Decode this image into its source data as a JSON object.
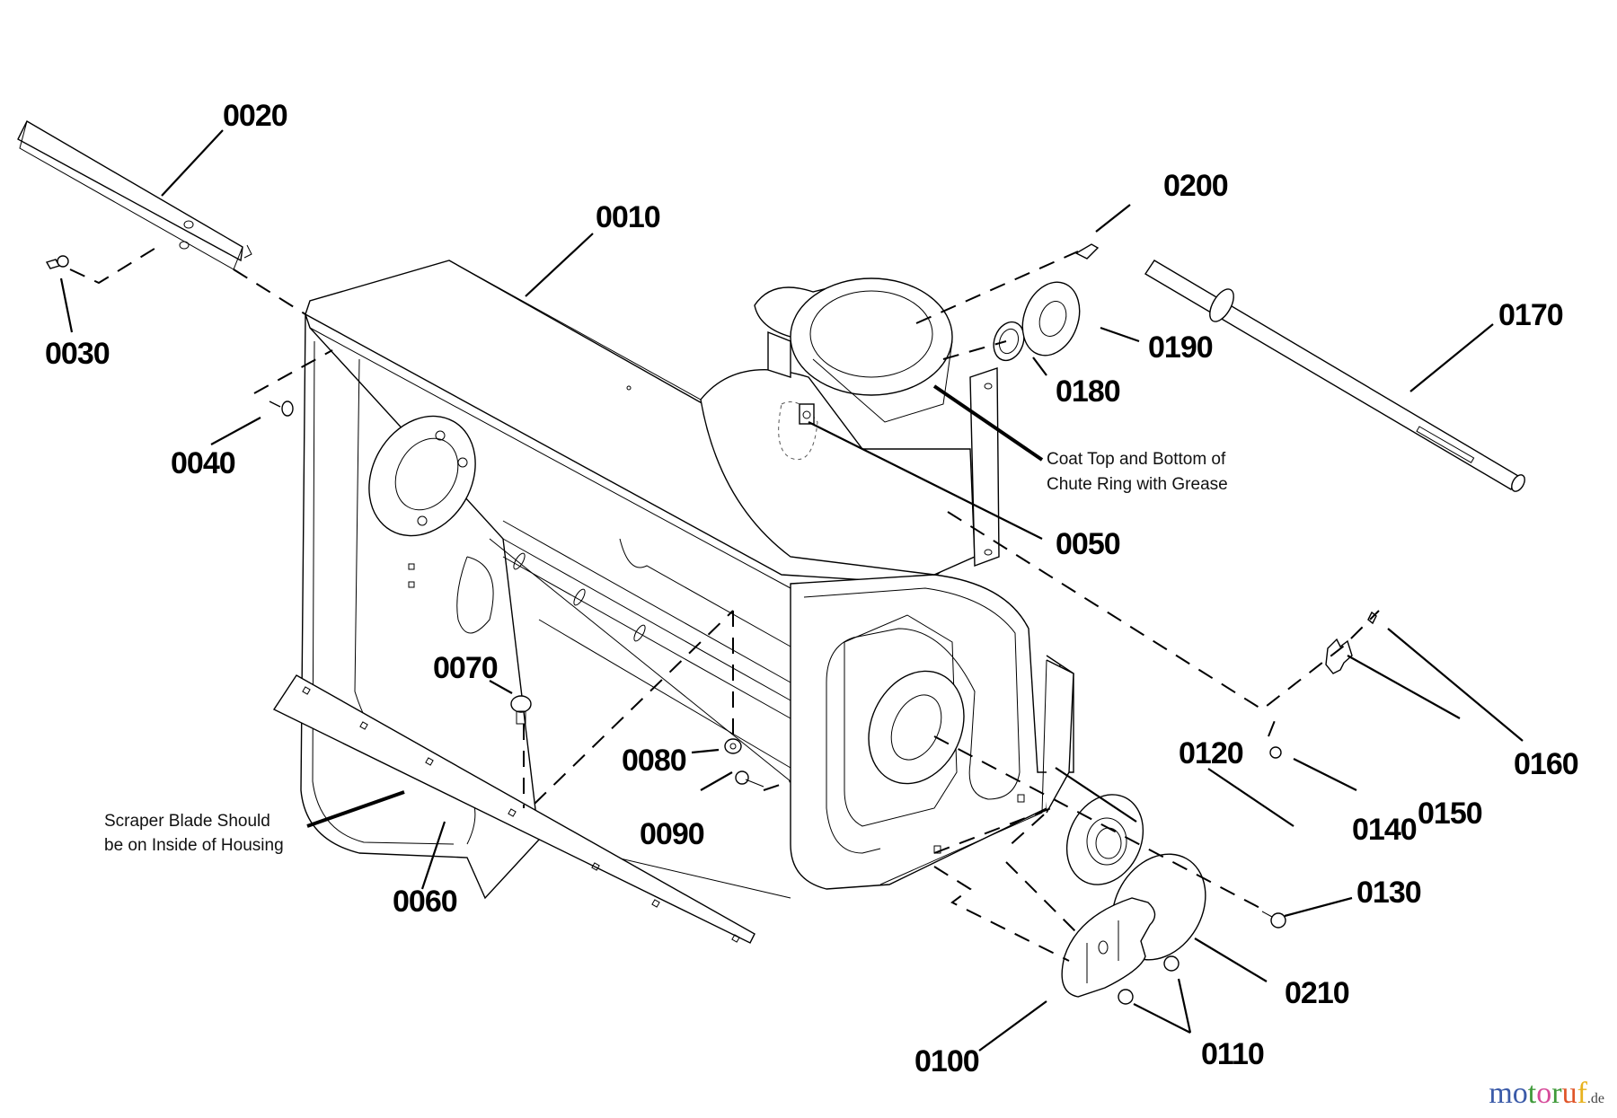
{
  "diagram": {
    "title": "Snow thrower auger housing exploded parts diagram",
    "part_labels": [
      {
        "id": "0010",
        "text": "0010"
      },
      {
        "id": "0020",
        "text": "0020"
      },
      {
        "id": "0030",
        "text": "0030"
      },
      {
        "id": "0040",
        "text": "0040"
      },
      {
        "id": "0050",
        "text": "0050"
      },
      {
        "id": "0060",
        "text": "0060"
      },
      {
        "id": "0070",
        "text": "0070"
      },
      {
        "id": "0080",
        "text": "0080"
      },
      {
        "id": "0090",
        "text": "0090"
      },
      {
        "id": "0100",
        "text": "0100"
      },
      {
        "id": "0110",
        "text": "0110"
      },
      {
        "id": "0120",
        "text": "0120"
      },
      {
        "id": "0130",
        "text": "0130"
      },
      {
        "id": "0140",
        "text": "0140"
      },
      {
        "id": "0150",
        "text": "0150"
      },
      {
        "id": "0160",
        "text": "0160"
      },
      {
        "id": "0170",
        "text": "0170"
      },
      {
        "id": "0180",
        "text": "0180"
      },
      {
        "id": "0190",
        "text": "0190"
      },
      {
        "id": "0200",
        "text": "0200"
      },
      {
        "id": "0210",
        "text": "0210"
      }
    ],
    "notes": {
      "chute_grease": [
        "Coat Top and Bottom of",
        "Chute Ring with Grease"
      ],
      "scraper_blade": [
        "Scraper Blade Should",
        "be on Inside of Housing"
      ]
    }
  },
  "watermark": {
    "letters": [
      {
        "ch": "m",
        "color": "#3a5aa8"
      },
      {
        "ch": "o",
        "color": "#3a5aa8"
      },
      {
        "ch": "t",
        "color": "#3f9a3a"
      },
      {
        "ch": "o",
        "color": "#d64b9a"
      },
      {
        "ch": "r",
        "color": "#3f9a3a"
      },
      {
        "ch": "u",
        "color": "#e0562a"
      },
      {
        "ch": "f",
        "color": "#e8b21e"
      }
    ],
    "tld": ".de"
  }
}
